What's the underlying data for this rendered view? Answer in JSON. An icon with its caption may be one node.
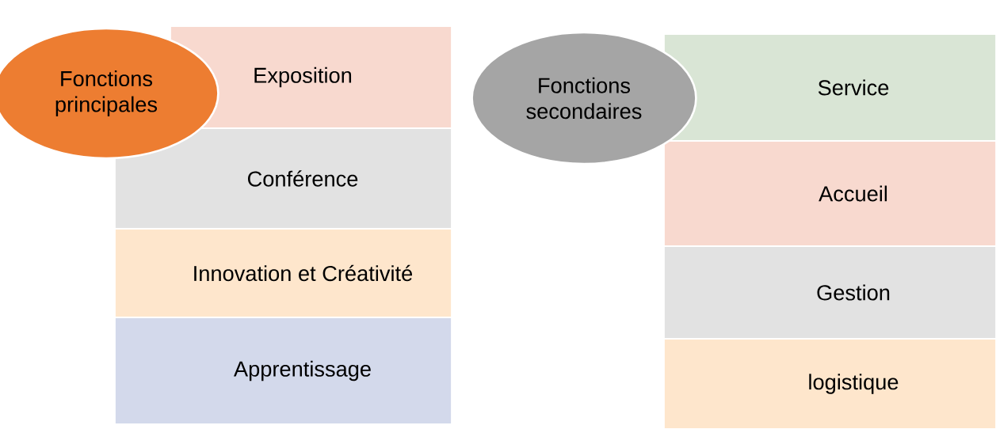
{
  "diagram": {
    "nodes": [
      {
        "text": [
          "Fonctions principales"
        ]
      },
      {
        "text": [
          "Exposition"
        ]
      },
      {
        "text": [
          "Conférence"
        ]
      },
      {
        "text": [
          "Innovation et Créativité"
        ]
      },
      {
        "text": [
          "Apprentissage"
        ]
      },
      {
        "text": [
          "Fonctions secondaires"
        ]
      },
      {
        "text": [
          "Service"
        ]
      },
      {
        "text": [
          "Accueil"
        ]
      },
      {
        "text": [
          "Gestion"
        ]
      },
      {
        "text": [
          "logistique"
        ]
      }
    ]
  }
}
